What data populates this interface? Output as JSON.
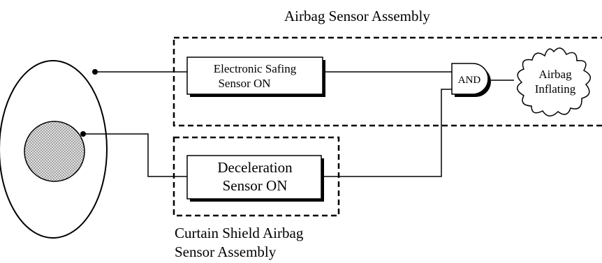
{
  "diagram": {
    "assemblies": {
      "airbag_sensor_assembly": "Airbag Sensor Assembly",
      "curtain_shield_line1": "Curtain Shield Airbag",
      "curtain_shield_line2": "Sensor Assembly"
    },
    "blocks": {
      "safing_sensor_line1": "Electronic Safing",
      "safing_sensor_line2": "Sensor ON",
      "deceleration_sensor_line1": "Deceleration",
      "deceleration_sensor_line2": "Sensor ON"
    },
    "gate": {
      "label": "AND"
    },
    "output": {
      "line1": "Airbag",
      "line2": "Inflating"
    }
  }
}
